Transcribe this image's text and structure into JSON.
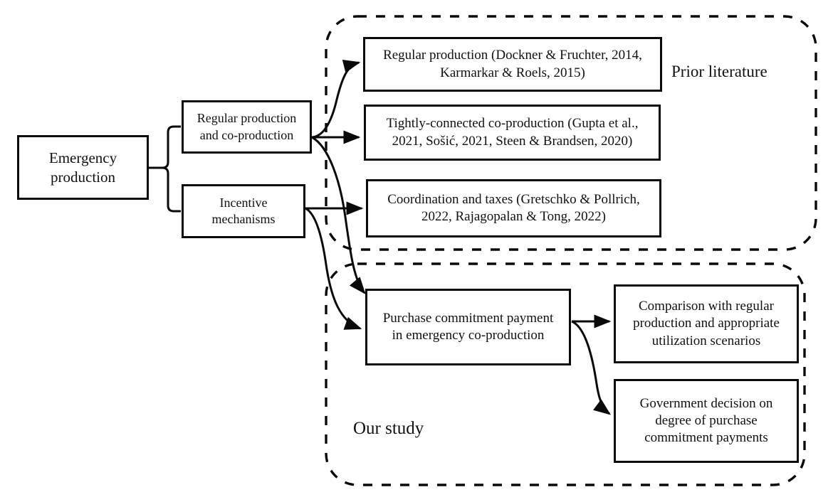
{
  "diagram": {
    "title": "Emergency production research framework",
    "type": "flowchart",
    "line_color": "#0a0a0a",
    "background_color": "#ffffff",
    "regions": [
      {
        "id": "prior-literature",
        "label": "Prior literature",
        "border_style": "dashed"
      },
      {
        "id": "our-study",
        "label": "Our study",
        "border_style": "dashed"
      }
    ],
    "nodes": {
      "emergency": "Emergency\nproduction",
      "regular": "Regular production\nand co-production",
      "incentive": "Incentive\nmechanisms",
      "lit_regular": "Regular production (Dockner & Fruchter, 2014,\nKarmarkar & Roels, 2015)",
      "lit_tight": "Tightly-connected co-production (Gupta et al.,\n2021, Sošić, 2021, Steen & Brandsen, 2020)",
      "lit_coord": "Coordination and taxes (Gretschko & Pollrich,\n2022, Rajagopalan & Tong, 2022)",
      "purchase": "Purchase commitment payment\nin emergency co-production",
      "comparison": "Comparison with regular\nproduction and appropriate\nutilization scenarios",
      "government": "Government decision on\ndegree of purchase\ncommitment payments"
    },
    "edges": [
      {
        "from": "emergency",
        "to": "regular",
        "style": "elbow"
      },
      {
        "from": "emergency",
        "to": "incentive",
        "style": "elbow"
      },
      {
        "from": "regular",
        "to": "lit_regular",
        "style": "curved-arrow"
      },
      {
        "from": "regular",
        "to": "lit_tight",
        "style": "straight-arrow"
      },
      {
        "from": "regular",
        "to": "purchase",
        "style": "curved-arrow"
      },
      {
        "from": "incentive",
        "to": "lit_coord",
        "style": "straight-arrow"
      },
      {
        "from": "incentive",
        "to": "purchase",
        "style": "curved-arrow"
      },
      {
        "from": "purchase",
        "to": "comparison",
        "style": "straight-arrow"
      },
      {
        "from": "purchase",
        "to": "government",
        "style": "curved-arrow"
      }
    ]
  }
}
